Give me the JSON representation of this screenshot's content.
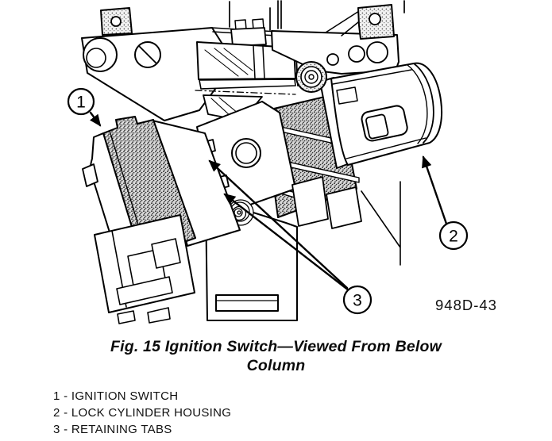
{
  "figure": {
    "caption_line1": "Fig. 15 Ignition Switch—Viewed From Below",
    "caption_line2": "Column",
    "code_label": "948D-43"
  },
  "callouts": [
    {
      "number": "1"
    },
    {
      "number": "2"
    },
    {
      "number": "3"
    }
  ],
  "legend": {
    "items": [
      "1 - IGNITION SWITCH",
      "2 - LOCK CYLINDER HOUSING",
      "3 - RETAINING TABS"
    ]
  },
  "colors": {
    "line": "#000000",
    "background": "#ffffff"
  }
}
